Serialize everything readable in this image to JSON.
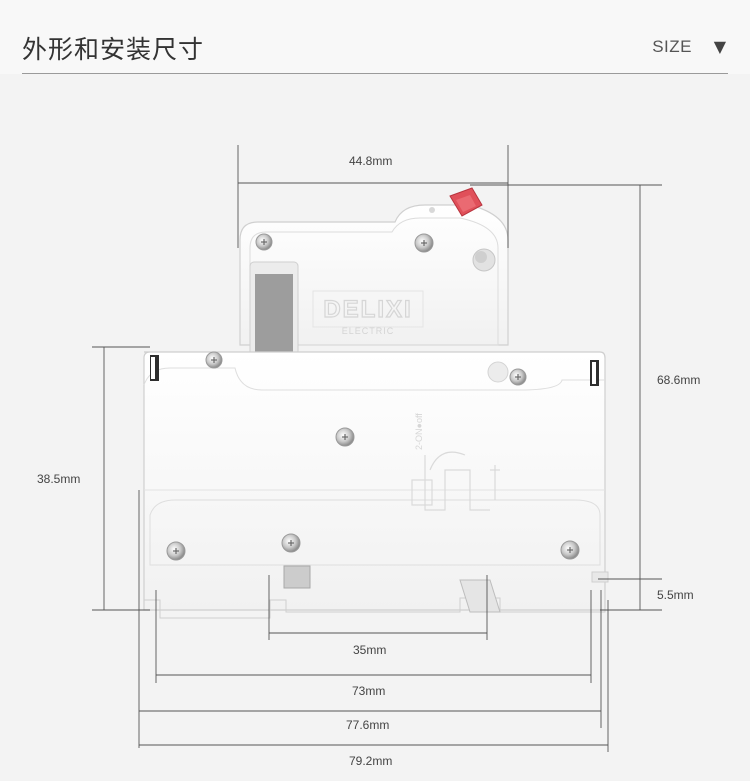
{
  "header": {
    "title": "外形和安装尺寸",
    "size_label": "SIZE",
    "size_arrow": "▼"
  },
  "product": {
    "brand_text": "DELIXI",
    "brand_sub": "ELECTRIC"
  },
  "dimensions": {
    "top_width": "44.8mm",
    "total_height": "68.6mm",
    "body_height": "38.5mm",
    "rail_depth": "5.5mm",
    "rail_width": "35mm",
    "base_width": "73mm",
    "body_width": "77.6mm",
    "total_width": "79.2mm"
  },
  "colors": {
    "background": "#f3f3f3",
    "body": "#ffffff",
    "toggle_red": "#e0505a",
    "window_grey": "#9d9d9d",
    "line": "#555555"
  }
}
